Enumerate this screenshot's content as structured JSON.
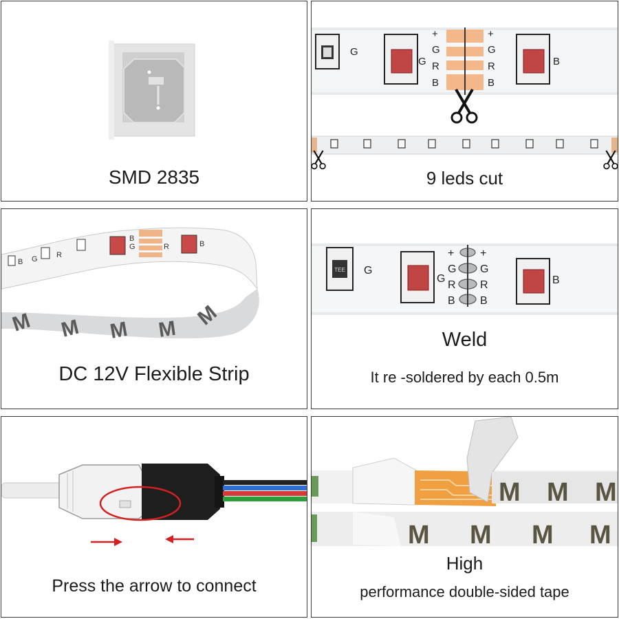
{
  "panels": {
    "smd": {
      "caption": "SMD  2835",
      "chip_color": "#e6e6e6"
    },
    "cut": {
      "caption": "9  leds cut",
      "pad_signs_left": [
        "+",
        "G",
        "R",
        "B"
      ],
      "pad_signs_right": [
        "+",
        "G",
        "R",
        "B"
      ],
      "label_g1": "G",
      "label_g2": "G",
      "label_b": "B",
      "pad_color": "#f0b07a"
    },
    "flex": {
      "caption": "DC 12V Flexible Strip",
      "strip_labels": [
        "B",
        "G",
        "R",
        "B",
        "G",
        "R",
        "B"
      ],
      "backing_mark": "M"
    },
    "weld": {
      "title": "Weld",
      "subtitle": "It re -soldered by each 0.5m",
      "pad_signs_left": [
        "+",
        "G",
        "R",
        "B"
      ],
      "pad_signs_right": [
        "+",
        "G",
        "R",
        "B"
      ],
      "label_g1": "G",
      "label_g2": "G",
      "label_b": "B",
      "resistor_code": "TEE"
    },
    "connect": {
      "caption": "Press the arrow to connect",
      "arrow_color": "#d42020",
      "wire_colors": [
        "#222222",
        "#2e6fd1",
        "#d43a3a",
        "#2e9e3a"
      ]
    },
    "tape": {
      "title": "High",
      "subtitle": "performance double-sided tape",
      "backing_mark": "M",
      "circuit_color": "#f0a040"
    }
  }
}
